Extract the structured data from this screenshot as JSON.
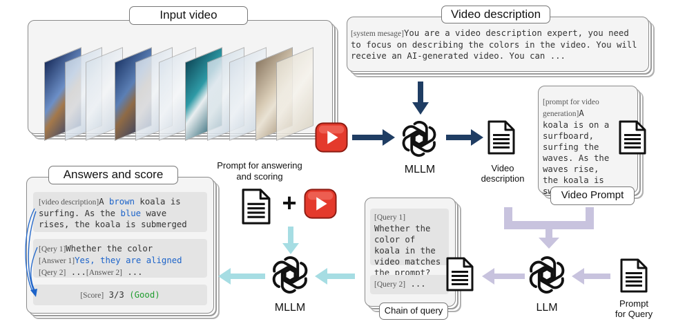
{
  "input_video": {
    "title": "Input video"
  },
  "video_description": {
    "title": "Video description",
    "system_tag": "[system mesage]",
    "system_text": "You are a video description expert, you need to focus on describing the colors in the video. You will receive an AI-generated video. You can ..."
  },
  "video_prompt": {
    "title": "Video Prompt",
    "tag_line1": "[prompt for video",
    "tag_line2": "generation]",
    "text": "A koala is on a surfboard, surfing the waves. As the waves rise, the koala is swamped"
  },
  "answers": {
    "title": "Answers and score",
    "desc_tag": "[video description]",
    "desc_p1": "A ",
    "desc_brown": "brown",
    "desc_p2": " koala is surfing. As the ",
    "desc_blue": "blue",
    "desc_p3": " wave rises, the koala is submerged",
    "q1_tag": "[Qery 1]",
    "q1_text": "Whether the color",
    "a1_tag": "[Answer 1]",
    "a1_text": "Yes, they are aligned",
    "q2_tag": "[Qery 2]",
    "q2_mid": "...",
    "a2_tag": "[Answer 2]",
    "q2_end": "...",
    "score_tag": "[Score]",
    "score_value": "3/3",
    "score_label": "(Good)"
  },
  "chain": {
    "title": "Chain of query",
    "q1_tag": "[Query 1]",
    "q1_text": "Whether the color of koala in the video matches the prompt?",
    "q2_tag": "[Query 2]",
    "q2_text": "..."
  },
  "labels": {
    "mllm_top": "MLLM",
    "video_desc_line1": "Video",
    "video_desc_line2": "description",
    "prompt_answer_line1": "Prompt for answering",
    "prompt_answer_line2": "and scoring",
    "plus": "+",
    "mllm_bottom": "MLLM",
    "llm": "LLM",
    "prompt_query_line1": "Prompt",
    "prompt_query_line2": "for Query"
  },
  "colors": {
    "dark_arrow": "#1f3d63",
    "teal_arrow": "#a6dde3",
    "lavender_arrow": "#c8c3de",
    "youtube_red": "#e43a2c",
    "highlight_blue": "#1c63c9",
    "highlight_green": "#1f9d2e"
  },
  "icons": [
    "youtube-play-icon",
    "openai-logo-icon",
    "document-icon",
    "plus-sign"
  ]
}
